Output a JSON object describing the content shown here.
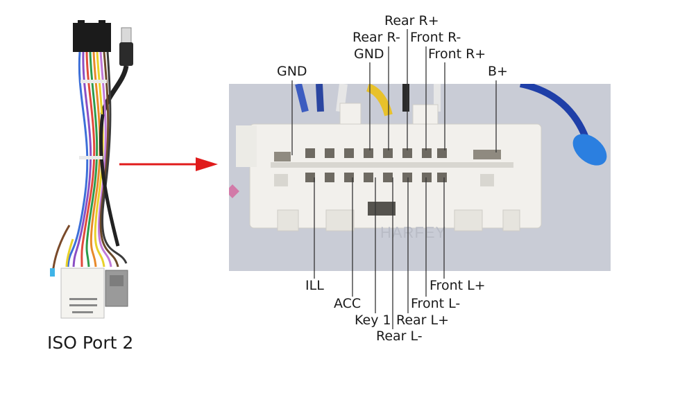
{
  "caption": "ISO Port 2",
  "watermark": "HARFEY",
  "pins_top": {
    "rear_r_plus": "Rear R+",
    "rear_r_minus": "Rear R-",
    "front_r_minus": "Front R-",
    "gnd_upper": "GND",
    "front_r_plus": "Front R+",
    "gnd_left": "GND",
    "b_plus": "B+"
  },
  "pins_bottom": {
    "ill": "ILL",
    "front_l_plus": "Front L+",
    "acc": "ACC",
    "front_l_minus": "Front L-",
    "key_1": "Key 1",
    "rear_l_plus": "Rear L+",
    "rear_l_minus": "Rear L-"
  },
  "colors": {
    "arrow": "#e01b1b",
    "leader": "#333333",
    "photo_bg": "#c9ccd6",
    "connector": "#f2f0ec"
  }
}
